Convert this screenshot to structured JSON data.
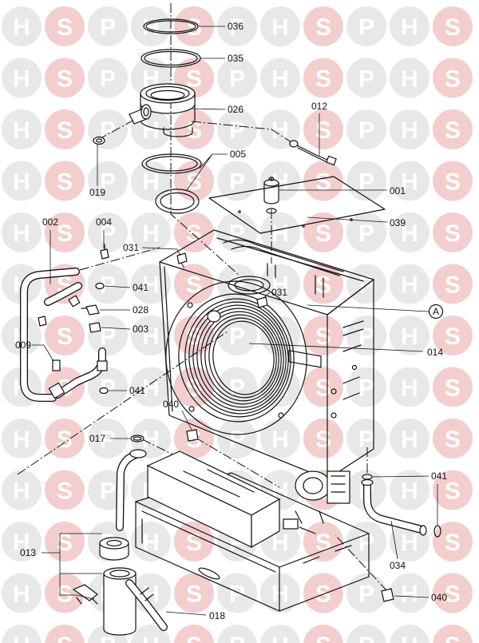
{
  "watermark": {
    "letters": [
      "H",
      "S",
      "P"
    ],
    "colors": {
      "circle": "#e4e4e4",
      "accent": "#f1c6c6",
      "letter": "#ffffff"
    }
  },
  "colors": {
    "line": "#111111",
    "background": "#ffffff"
  },
  "reference_marker": "A",
  "part_labels": [
    "036",
    "035",
    "026",
    "012",
    "005",
    "019",
    "001",
    "039",
    "002",
    "004",
    "031",
    "041",
    "031",
    "028",
    "003",
    "009",
    "014",
    "041",
    "040",
    "017",
    "041",
    "013",
    "034",
    "018",
    "040"
  ]
}
